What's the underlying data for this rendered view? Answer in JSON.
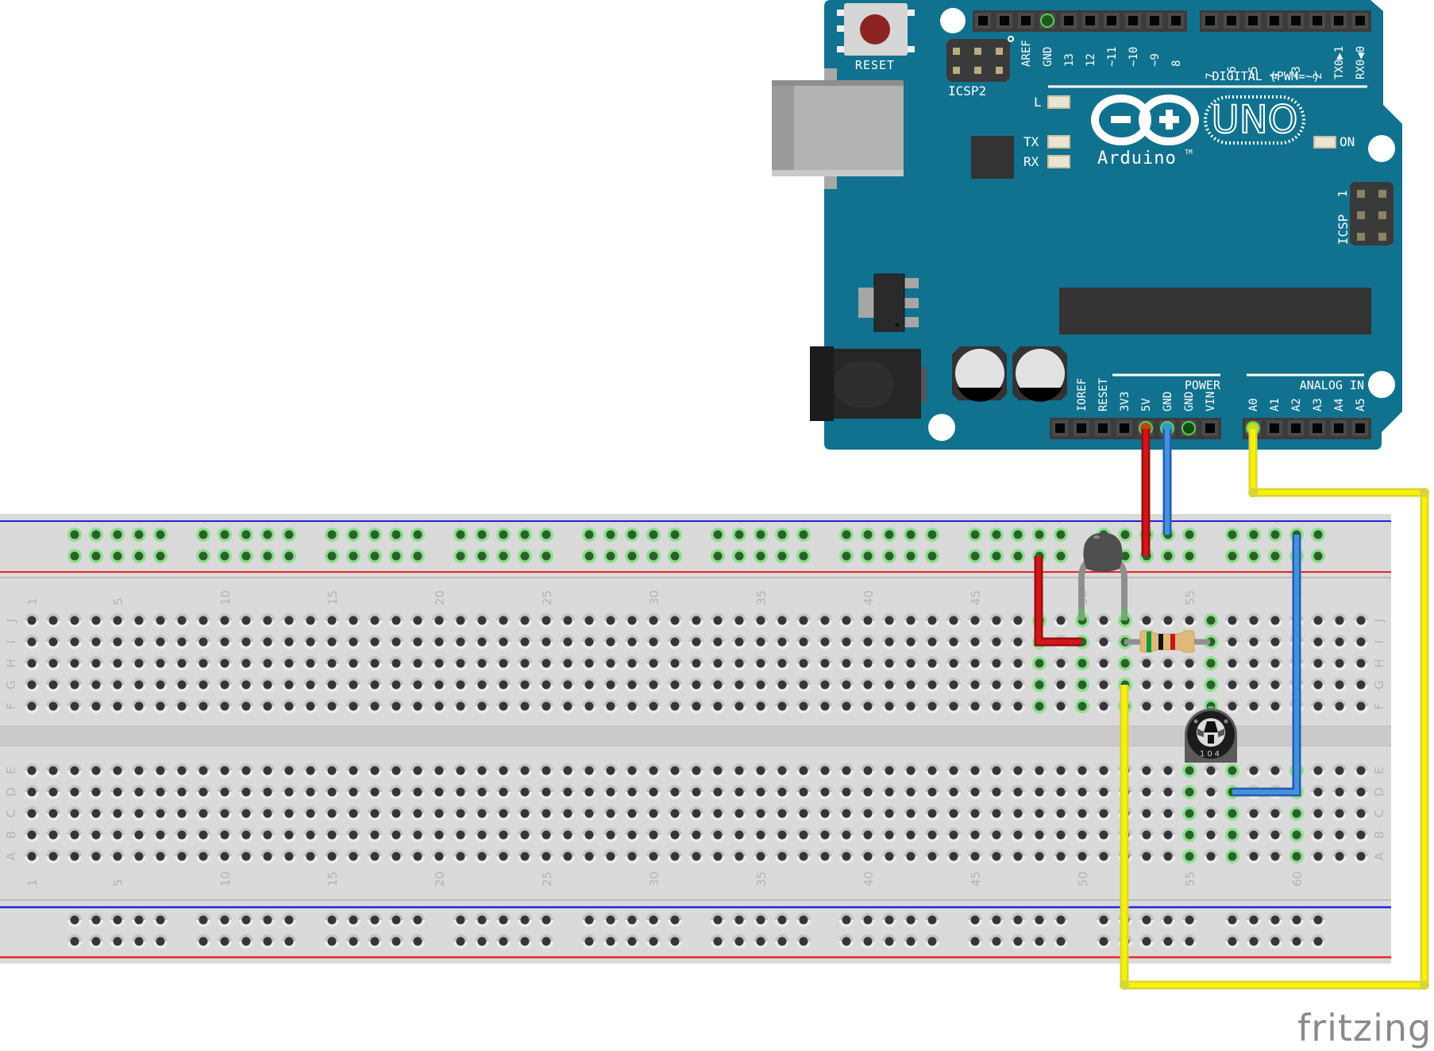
{
  "arduino": {
    "model": "UNO",
    "brand": "Arduino",
    "trademark": "TM",
    "board_color": "#10728f",
    "reset_label": "RESET",
    "icsp2_label": "ICSP2",
    "icsp_label": "ICSP",
    "icsp_pin1": "1",
    "led_labels": {
      "l": "L",
      "tx": "TX",
      "rx": "RX",
      "on": "ON"
    },
    "digital_section_label": "DIGITAL (PWM=~)",
    "digital_pins_left": [
      "AREF",
      "GND",
      "13",
      "12",
      "~11",
      "~10",
      "~9",
      "8"
    ],
    "digital_pins_right": [
      "7",
      "~6",
      "~5",
      "4",
      "~3",
      "2",
      "TX0▶1",
      "RX0◀0"
    ],
    "power_section_label": "POWER",
    "power_pins": [
      "",
      "IOREF",
      "RESET",
      "3V3",
      "5V",
      "GND",
      "GND",
      "VIN"
    ],
    "analog_section_label": "ANALOG IN",
    "analog_pins": [
      "A0",
      "A1",
      "A2",
      "A3",
      "A4",
      "A5"
    ]
  },
  "breadboard": {
    "columns": 63,
    "row_labels_top": [
      "J",
      "I",
      "H",
      "G",
      "F"
    ],
    "row_labels_bottom": [
      "E",
      "D",
      "C",
      "B",
      "A"
    ],
    "column_number_labels": [
      "1",
      "5",
      "10",
      "15",
      "20",
      "25",
      "30",
      "35",
      "40",
      "45",
      "50",
      "55",
      "60"
    ],
    "top_rail_highlighted": true,
    "bottom_rail_highlighted": false
  },
  "components": {
    "thermistor": {
      "name": "thermistor",
      "columns": [
        50,
        52
      ],
      "row": "J"
    },
    "resistor": {
      "name": "resistor",
      "bands": [
        "#0a9a3a",
        "#111111",
        "#c8141a"
      ],
      "columns": [
        52,
        56
      ],
      "row": "I"
    },
    "potentiometer": {
      "name": "trimmer potentiometer",
      "label": "104",
      "columns": [
        55,
        57
      ]
    }
  },
  "wires": [
    {
      "name": "5v-wire",
      "color": "#cc1414",
      "from": "5V",
      "to": "top rail +"
    },
    {
      "name": "gnd-wire",
      "color": "#3a86d6",
      "from": "GND",
      "to": "top rail -"
    },
    {
      "name": "a0-wire",
      "color": "#f5ef0a",
      "from": "A0",
      "to": "column 52 row G"
    },
    {
      "name": "rail-jumper",
      "color": "#cc1414",
      "from": "top rail +",
      "to": "column 48 row I"
    },
    {
      "name": "pot-gnd-wire",
      "color": "#3a86d6",
      "from": "top rail -",
      "to": "column 57 row D"
    }
  ],
  "watermark": "fritzing"
}
